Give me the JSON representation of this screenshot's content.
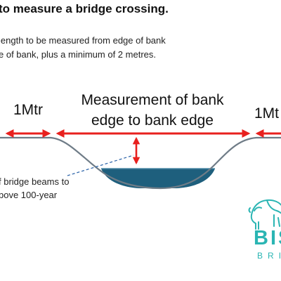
{
  "header": {
    "title": "to measure a bridge crossing.",
    "line1": "length to be measured from edge of bank",
    "line2": "e of bank, plus a minimum of 2 metres."
  },
  "diagram": {
    "left_label": "1Mtr",
    "right_label": "1Mt",
    "main_label_line1": "Measurement of bank",
    "main_label_line2": "edge to bank edge",
    "note_line1": "f bridge beams to",
    "note_line2": "bove 100-year",
    "colors": {
      "arrow": "#e8201e",
      "water": "#1e5f7d",
      "bank_line": "#6f7c87",
      "leader": "#2a62a8"
    }
  },
  "logo": {
    "name": "BIS",
    "sub": "BRI",
    "color": "#2ab5b3",
    "icon": "bison-icon"
  }
}
